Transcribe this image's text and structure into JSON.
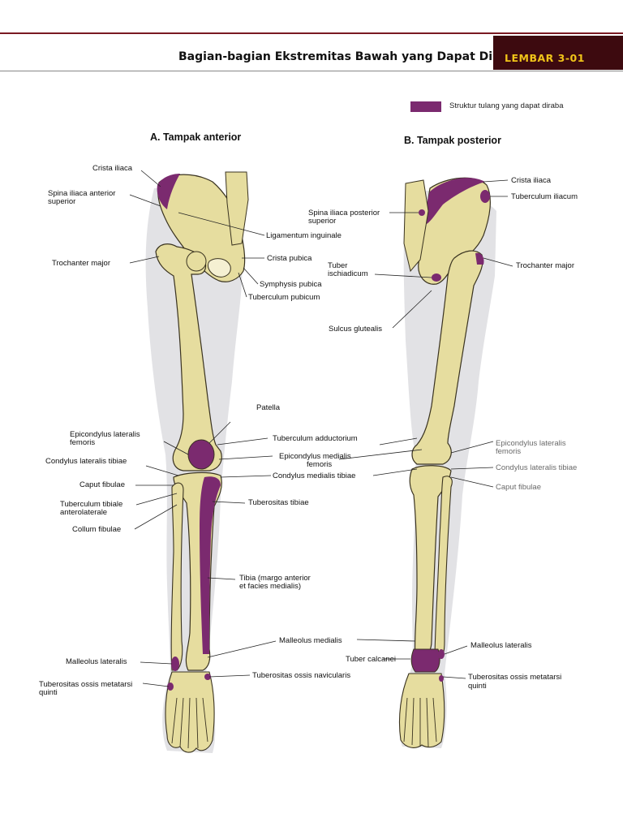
{
  "header": {
    "title": "Bagian-bagian Ekstremitas Bawah yang Dapat Diraba",
    "sheet": "LEMBAR 3-01"
  },
  "legend": {
    "label": "Struktur tulang yang dapat diraba",
    "color": "#7b2a6f"
  },
  "colors": {
    "bone": "#e6dd9f",
    "bone_outline": "#3a3320",
    "palpable": "#7b2a6f",
    "skin": "#d6d6d9",
    "brand_dark": "#3d0a0f",
    "brand_accent": "#f0c419"
  },
  "anterior": {
    "title": "A. Tampak anterior",
    "labels": {
      "crista_iliaca": "Crista iliaca",
      "sias_1": "Spina iliaca anterior",
      "sias_2": "superior",
      "lig_inguinale": "Ligamentum inguinale",
      "trochanter_major": "Trochanter major",
      "crista_pubica": "Crista pubica",
      "symphysis": "Symphysis pubica",
      "tuberculum_pubicum": "Tuberculum pubicum",
      "patella": "Patella",
      "epi_lat_1": "Epicondylus lateralis",
      "epi_lat_2": "femoris",
      "tub_adductorium": "Tuberculum adductorium",
      "epi_med_1": "Epicondylus medialis",
      "epi_med_2": "femoris",
      "cond_lat": "Condylus lateralis tibiae",
      "cond_med": "Condylus medialis tibiae",
      "caput_fibulae": "Caput fibulae",
      "tub_tibiale_1": "Tuberculum tibiale",
      "tub_tibiale_2": "anterolaterale",
      "tuberositas_tibiae": "Tuberositas tibiae",
      "collum_fibulae": "Collum fibulae",
      "tibia_1": "Tibia (margo anterior",
      "tibia_2": "et facies medialis)",
      "malleolus_medialis": "Malleolus medialis",
      "malleolus_lateralis": "Malleolus lateralis",
      "tub_meta_1": "Tuberositas ossis metatarsi",
      "tub_meta_2": "quinti",
      "tub_navicularis": "Tuberositas ossis navicularis"
    }
  },
  "posterior": {
    "title": "B. Tampak posterior",
    "labels": {
      "crista_iliaca": "Crista iliaca",
      "tuberculum_iliacum": "Tuberculum iliacum",
      "sips_1": "Spina iliaca posterior",
      "sips_2": "superior",
      "tuber_1": "Tuber",
      "tuber_2": "ischiadicum",
      "trochanter_major": "Trochanter major",
      "sulcus": "Sulcus glutealis",
      "epi_lat_1": "Epicondylus lateralis",
      "epi_lat_2": "femoris",
      "cond_lat": "Condylus lateralis tibiae",
      "caput_fibulae": "Caput fibulae",
      "malleolus_lateralis": "Malleolus lateralis",
      "tuber_calcanei": "Tuber calcanei",
      "tub_meta_1": "Tuberositas ossis metatarsi",
      "tub_meta_2": "quinti"
    }
  }
}
